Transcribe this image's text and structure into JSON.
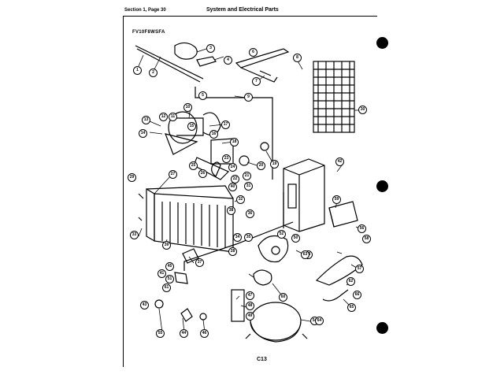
{
  "header": {
    "section_page": "Section 1, Page 30",
    "title": "System and Electrical Parts"
  },
  "model": "FV10F8WSFA",
  "footer": {
    "page_code": "C13"
  },
  "callouts": [
    "1",
    "2",
    "3",
    "4",
    "5",
    "6",
    "7",
    "8",
    "9",
    "10",
    "11",
    "12",
    "13",
    "14",
    "15",
    "16",
    "17",
    "18",
    "19",
    "20",
    "21",
    "22",
    "23",
    "24",
    "25",
    "26",
    "27",
    "28",
    "29",
    "30",
    "31",
    "32",
    "33",
    "34",
    "35",
    "36",
    "37",
    "38",
    "39",
    "40",
    "41",
    "42",
    "43",
    "44",
    "45",
    "46",
    "47",
    "48",
    "49",
    "50",
    "51",
    "52",
    "53",
    "54",
    "55",
    "56",
    "57",
    "58",
    "59",
    "60",
    "61",
    "62",
    "63",
    "64",
    "65",
    "66"
  ]
}
